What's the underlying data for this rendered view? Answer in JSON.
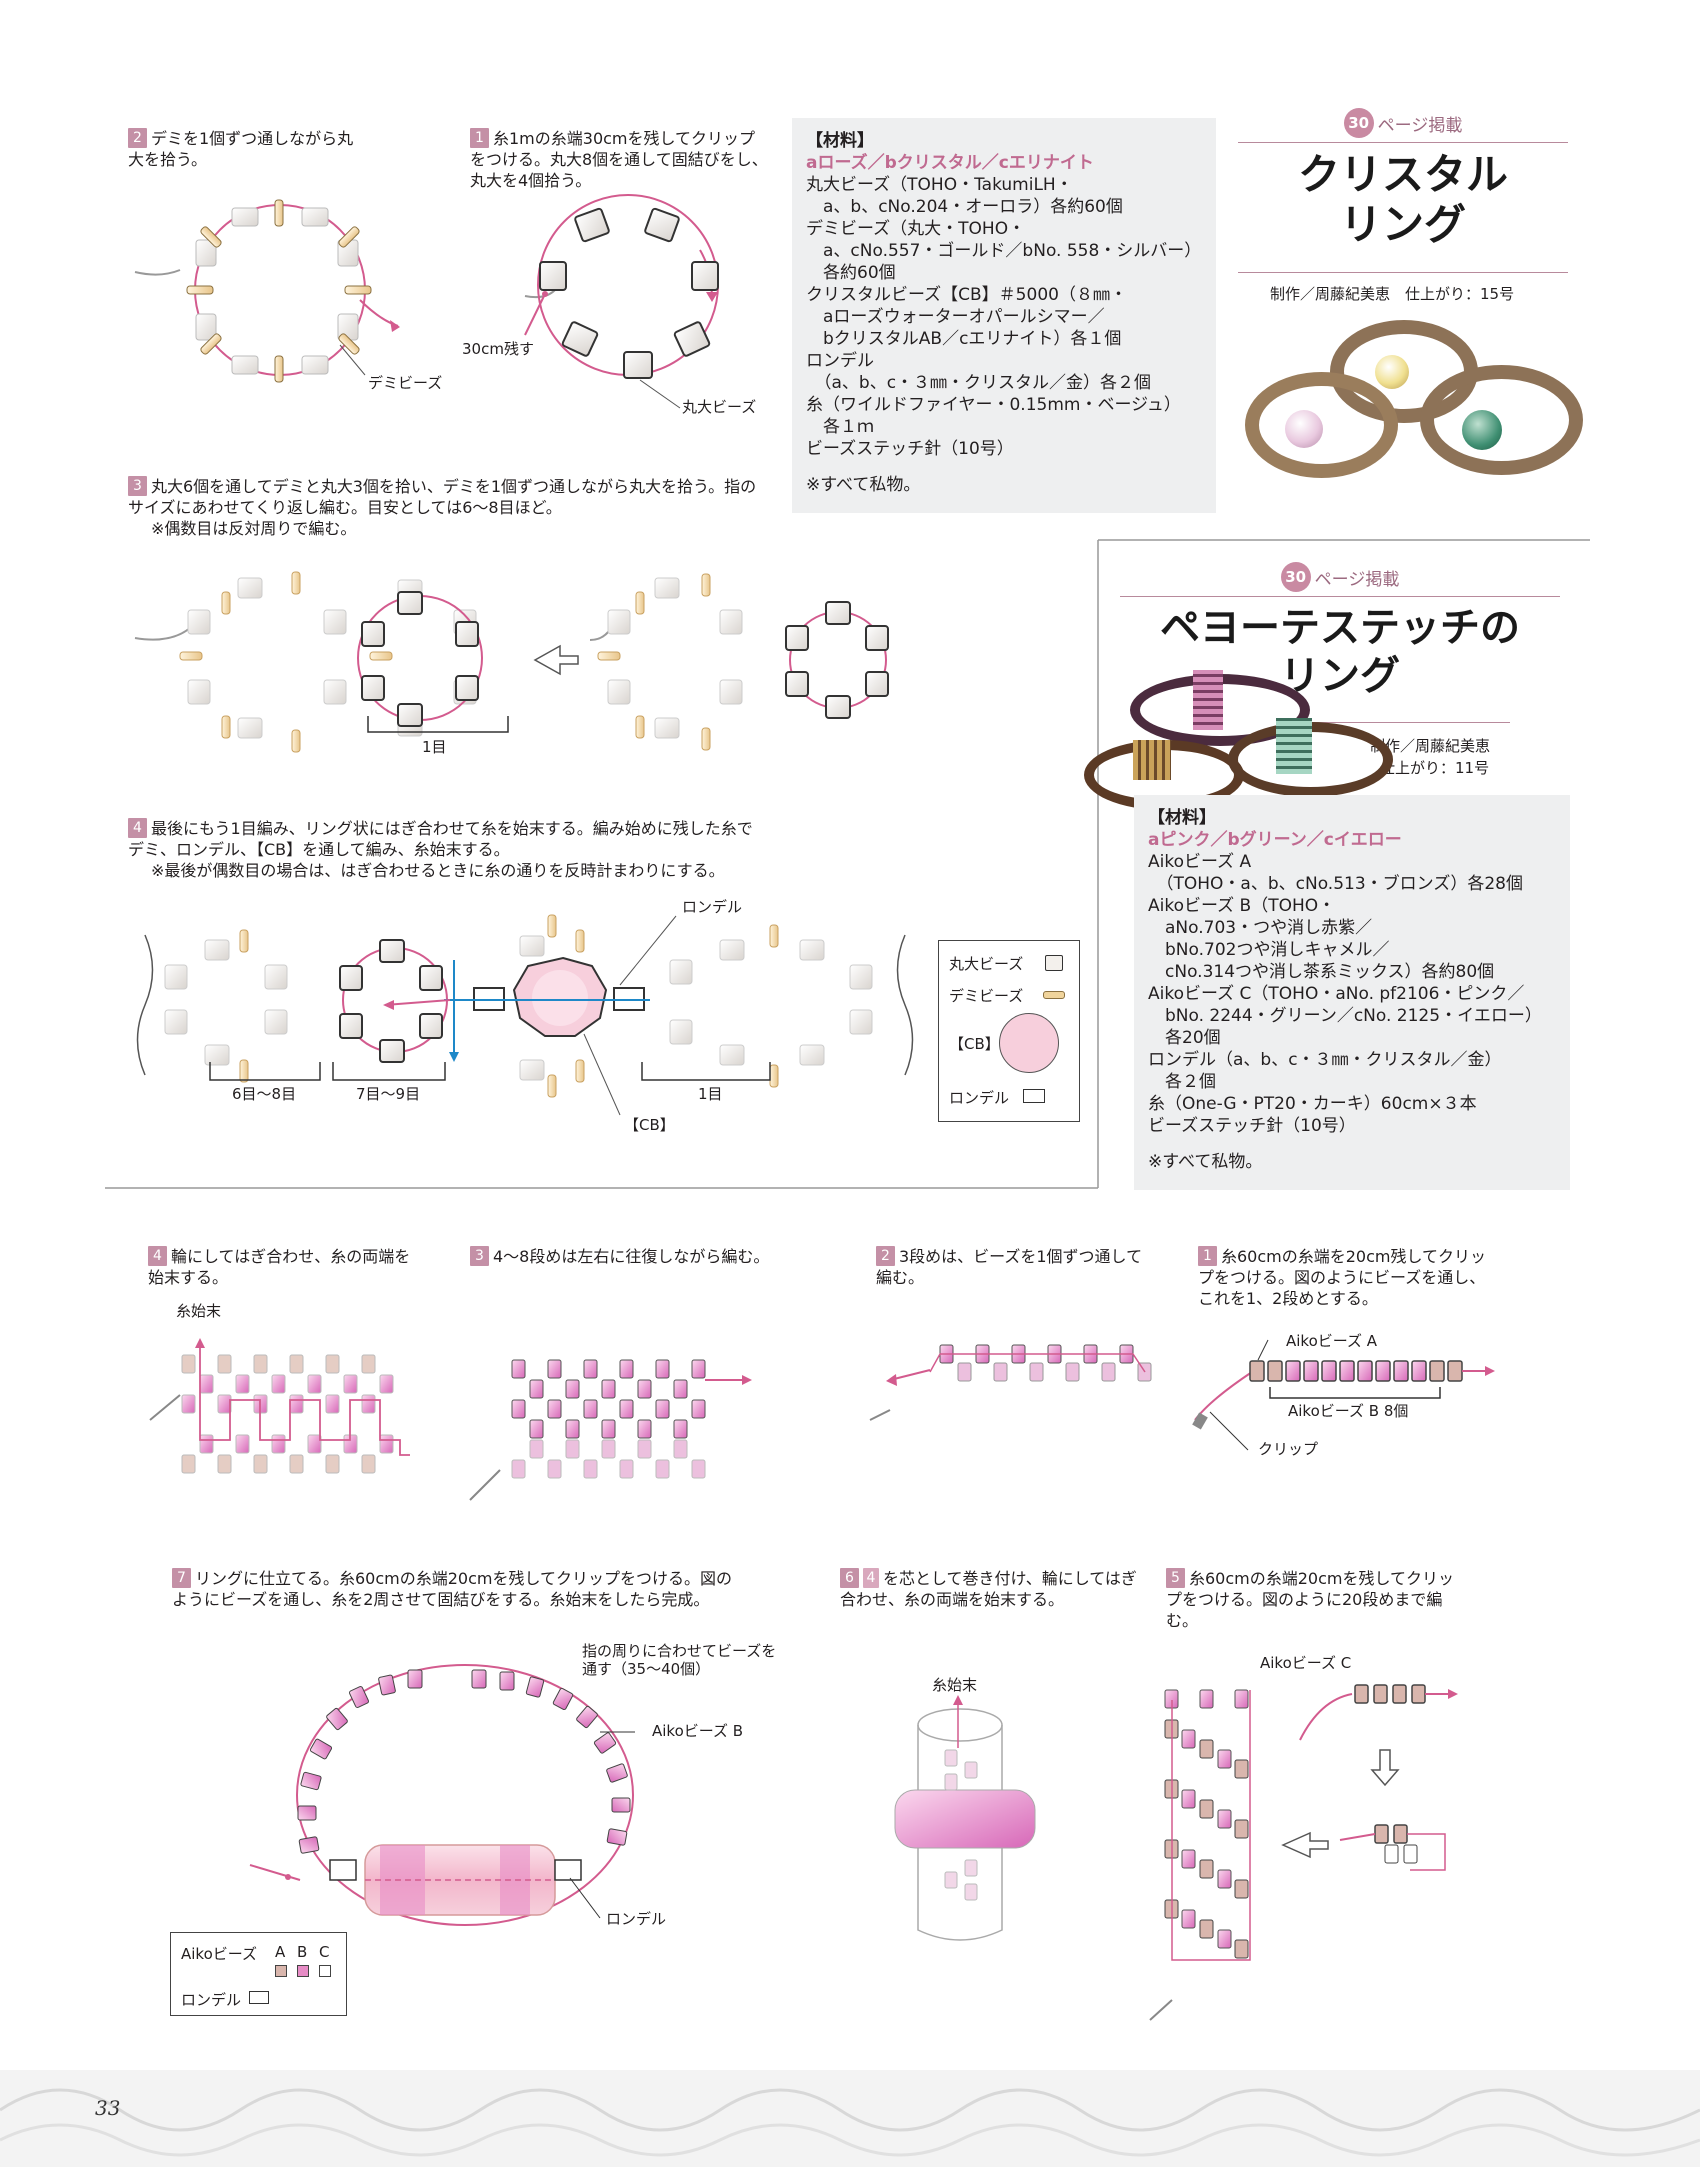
{
  "page_number": "33",
  "crystal_ring": {
    "page_ref_num": "30",
    "page_ref_text": "ページ掲載",
    "title_line1": "クリスタル",
    "title_line2": "リング",
    "credit": "制作／周藤紀美恵　仕上がり：15号",
    "materials_heading": "【材料】",
    "variants": "aローズ／bクリスタル／cエリナイト",
    "materials": [
      "丸大ビーズ（TOHO・TakumiLH・",
      "　a、b、cNo.204・オーロラ）各約60個",
      "デミビーズ（丸大・TOHO・",
      "　a、cNo.557・ゴールド／bNo. 558・シルバー）",
      "　各約60個",
      "クリスタルビーズ【CB】＃5000（８㎜・",
      "　aローズウォーターオパールシマー／",
      "　bクリスタルAB／cエリナイト）各１個",
      "ロンデル",
      "　（a、b、c・３㎜・クリスタル／金）各２個",
      "糸（ワイルドファイヤー・0.15mm・ベージュ）",
      "　各１ｍ",
      "ビーズステッチ針（10号）"
    ],
    "note": "※すべて私物。",
    "steps": {
      "s1_num": "1",
      "s1_text": "糸1mの糸端30cmを残してクリップをつける。丸大8個を通して固結びをし、丸大を4個拾う。",
      "s2_num": "2",
      "s2_text": "デミを1個ずつ通しながら丸大を拾う。",
      "s3_num": "3",
      "s3_text": "丸大6個を通してデミと丸大3個を拾い、デミを1個ずつ通しながら丸大を拾う。指のサイズにあわせてくり返し編む。目安としては6～8目ほど。",
      "s3_note": "※偶数目は反対周りで編む。",
      "s4_num": "4",
      "s4_text": "最後にもう1目編み、リング状にはぎ合わせて糸を始末する。編み始めに残した糸でデミ、ロンデル、【CB】を通して編み、糸始末する。",
      "s4_note": "※最後が偶数目の場合は、はぎ合わせるときに糸の通りを反時計まわりにする。"
    },
    "labels": {
      "demi": "デミビーズ",
      "marudai": "丸大ビーズ",
      "leave30": "30cm残す",
      "one_me": "1目",
      "rondel": "ロンデル",
      "cb": "【CB】",
      "six_eight": "6目～8目",
      "seven_nine": "7目～9目"
    },
    "legend": {
      "marudai": "丸大ビーズ",
      "demi": "デミビーズ",
      "cb": "【CB】",
      "rondel": "ロンデル"
    }
  },
  "peyote_ring": {
    "page_ref_num": "30",
    "page_ref_text": "ページ掲載",
    "title_line1": "ペヨーテステッチの",
    "title_line2": "リング",
    "credit1": "制作／周藤紀美恵",
    "credit2": "仕上がり：11号",
    "materials_heading": "【材料】",
    "variants": "aピンク／bグリーン／cイエロー",
    "materials": [
      "Aikoビーズ A",
      "　（TOHO・a、b、cNo.513・ブロンズ）各28個",
      "Aikoビーズ B（TOHO・",
      "　aNo.703・つや消し赤紫／",
      "　bNo.702つや消しキャメル／",
      "　cNo.314つや消し茶系ミックス）各約80個",
      "Aikoビーズ C（TOHO・aNo. pf2106・ピンク／",
      "　bNo. 2244・グリーン／cNo. 2125・イエロー）",
      "　各20個",
      "ロンデル（a、b、c・３㎜・クリスタル／金）",
      "　各２個",
      "糸（One-G・PT20・カーキ）60cm×３本",
      "ビーズステッチ針（10号）"
    ],
    "note": "※すべて私物。",
    "steps": {
      "s1_num": "1",
      "s1_text": "糸60cmの糸端を20cm残してクリップをつける。図のようにビーズを通し、これを1、2段めとする。",
      "s2_num": "2",
      "s2_text": "3段めは、ビーズを1個ずつ通して編む。",
      "s3_num": "3",
      "s3_text": "4～8段めは左右に往復しながら編む。",
      "s4_num": "4",
      "s4_text": "輪にしてはぎ合わせ、糸の両端を始末する。",
      "s5_num": "5",
      "s5_text": "糸60cmの糸端20cmを残してクリップをつける。図のように20段めまで編む。",
      "s6_num": "6",
      "s6_ref": "4",
      "s6_text": "を芯として巻き付け、輪にしてはぎ合わせ、糸の両端を始末する。",
      "s7_num": "7",
      "s7_text": "リングに仕立てる。糸60cmの糸端20cmを残してクリップをつける。図のようにビーズを通し、糸を2周させて固結びをする。糸始末をしたら完成。"
    },
    "labels": {
      "itoshimatsu": "糸始末",
      "aiko_a": "Aikoビーズ A",
      "aiko_b8": "Aikoビーズ B 8個",
      "clip": "クリップ",
      "aiko_c": "Aikoビーズ C",
      "finger": "指の周りに合わせてビーズを通す（35～40個）",
      "aiko_b": "Aikoビーズ B",
      "rondel": "ロンデル",
      "itoshimatsu2": "糸始末"
    },
    "legend": {
      "aiko": "Aikoビーズ",
      "a": "A",
      "b": "B",
      "c": "C",
      "rondel": "ロンデル"
    }
  }
}
